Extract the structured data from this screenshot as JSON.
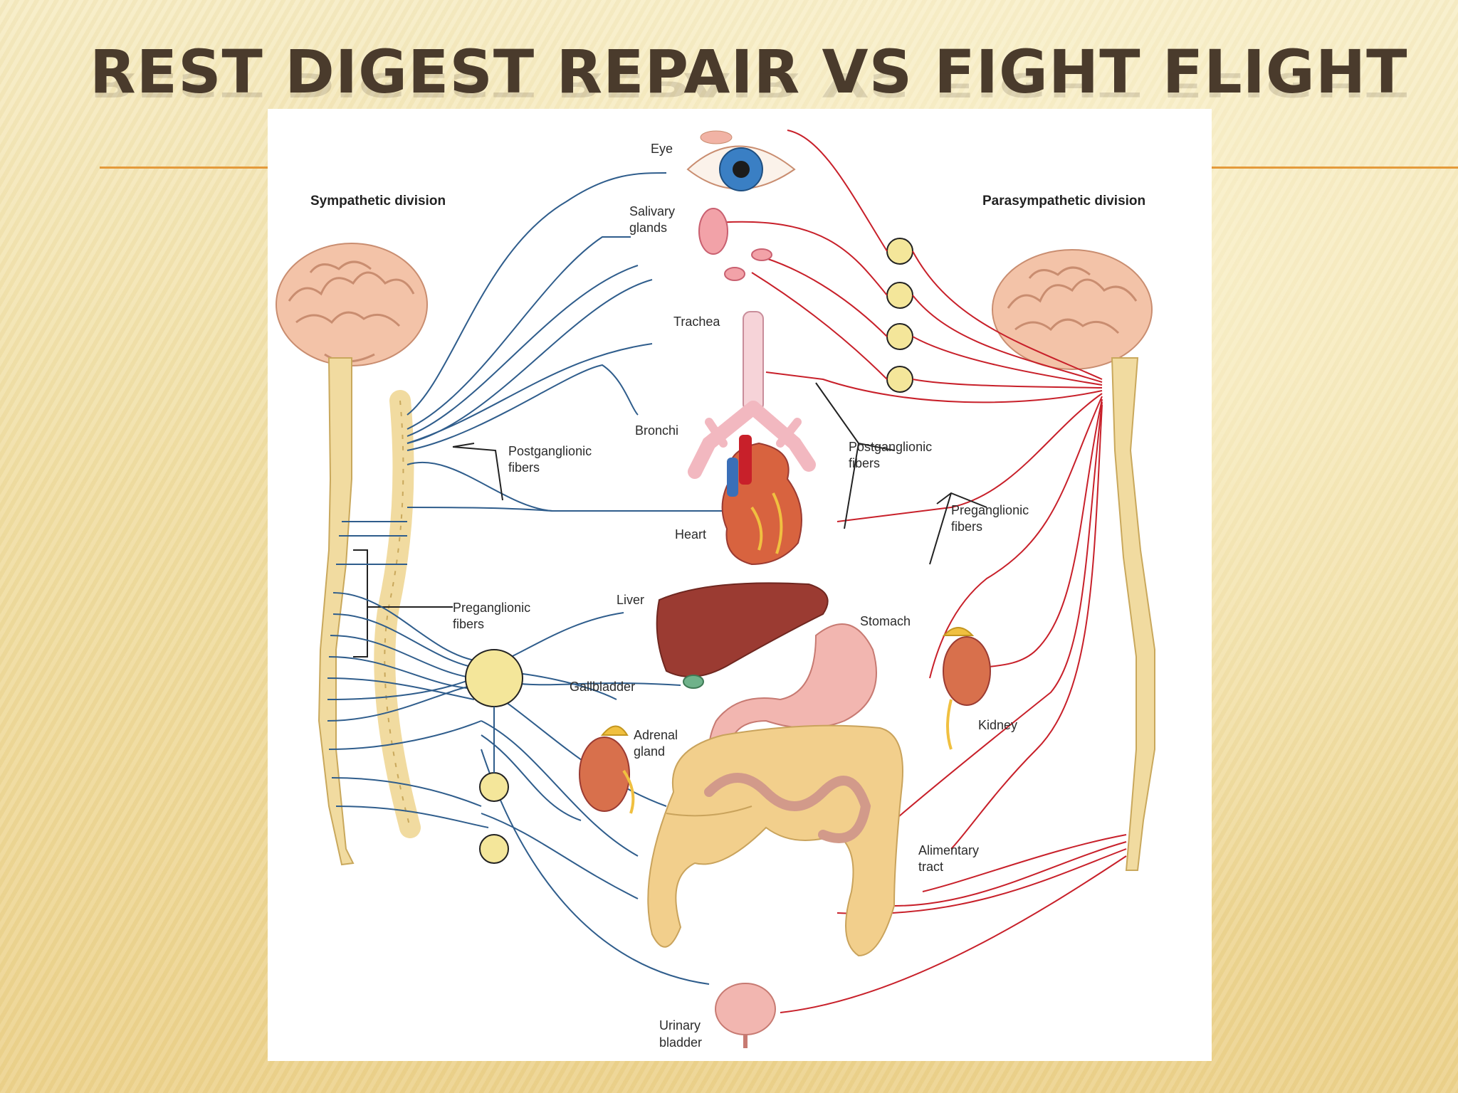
{
  "slide": {
    "title": "REST DIGEST REPAIR VS FIGHT FLIGHT"
  },
  "diagram": {
    "sympathetic_header": "Sympathetic division",
    "parasympathetic_header": "Parasympathetic division",
    "labels": {
      "eye": "Eye",
      "salivary_1": "Salivary",
      "salivary_2": "glands",
      "trachea": "Trachea",
      "bronchi": "Bronchi",
      "heart": "Heart",
      "liver": "Liver",
      "gallbladder": "Gallbladder",
      "adrenal_1": "Adrenal",
      "adrenal_2": "gland",
      "stomach": "Stomach",
      "kidney": "Kidney",
      "alimentary_1": "Alimentary",
      "alimentary_2": "tract",
      "bladder_1": "Urinary",
      "bladder_2": "bladder",
      "symp_post_1": "Postganglionic",
      "symp_post_2": "fibers",
      "symp_pre_1": "Preganglionic",
      "symp_pre_2": "fibers",
      "para_post_1": "Postganglionic",
      "para_post_2": "fibers",
      "para_pre_1": "Preganglionic",
      "para_pre_2": "fibers"
    },
    "colors": {
      "sympathetic_nerve": "#2f5d8c",
      "parasympathetic_nerve": "#c8202a",
      "spinal_cord": "#f1dba0",
      "brain": "#f3c3a8",
      "ganglion": "#f4e69a",
      "organ_red": "#c94a3c",
      "liver": "#9b3b32",
      "intestine": "#f2cf8c"
    }
  }
}
